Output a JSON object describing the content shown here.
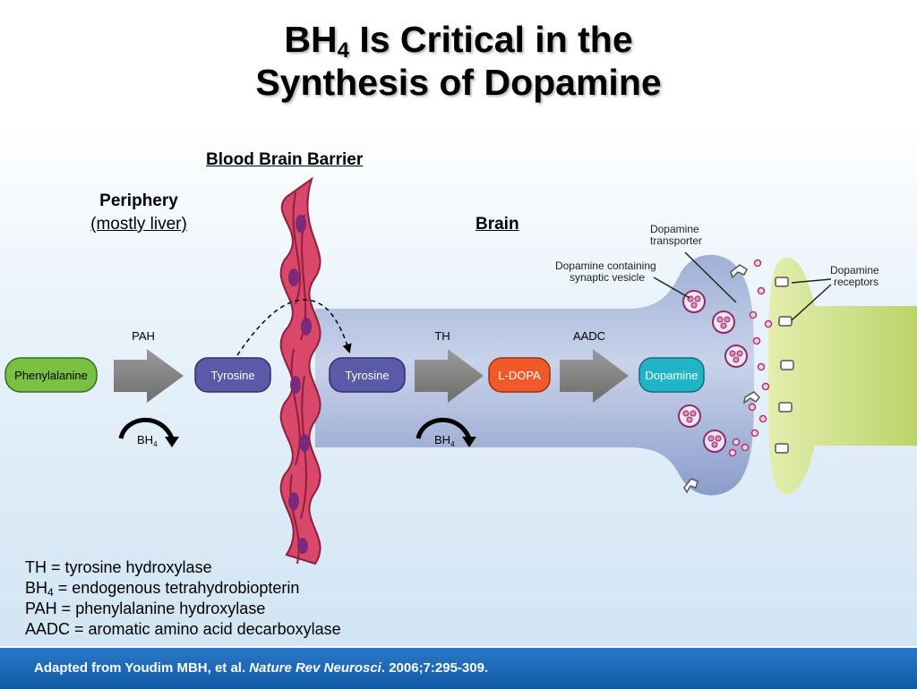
{
  "slide": {
    "title_line1_pre": "BH",
    "title_line1_sub": "4",
    "title_line1_post": " Is Critical in the",
    "title_line2": "Synthesis of Dopamine"
  },
  "labels": {
    "bbb": "Blood Brain Barrier",
    "periphery": "Periphery",
    "periphery_note": "(mostly liver)",
    "brain": "Brain"
  },
  "pathway": {
    "phenylalanine": "Phenylalanine",
    "tyrosine_periphery": "Tyrosine",
    "tyrosine_brain": "Tyrosine",
    "ldopa": "L-DOPA",
    "dopamine": "Dopamine",
    "enzyme_pah": "PAH",
    "enzyme_th": "TH",
    "enzyme_aadc": "AADC",
    "cofactor_main": "BH",
    "cofactor_sub": "4"
  },
  "synapse_labels": {
    "transporter_l1": "Dopamine",
    "transporter_l2": "transporter",
    "vesicle_l1": "Dopamine containing",
    "vesicle_l2": "synaptic vesicle",
    "receptors_l1": "Dopamine",
    "receptors_l2": "receptors"
  },
  "legend": {
    "th": "TH = tyrosine hydroxylase",
    "bh4_pre": "BH",
    "bh4_sub": "4",
    "bh4_post": " = endogenous tetrahydrobiopterin",
    "pah": "PAH = phenylalanine hydroxylase",
    "aadc": "AADC = aromatic amino acid decarboxylase"
  },
  "footer": {
    "pre": "Adapted from Youdim MBH, et al. ",
    "journal": "Nature Rev Neurosci",
    "post": ". 2006;7:295-309."
  },
  "colors": {
    "phenylalanine": "#7ac143",
    "tyrosine": "#5a5aa8",
    "ldopa": "#f05a28",
    "dopamine": "#1fb5c6",
    "barrier": "#d9476b",
    "brain_body": "#b4c0dc",
    "receptor_cell": "#cfe08a",
    "footer": "#1a66b3"
  }
}
